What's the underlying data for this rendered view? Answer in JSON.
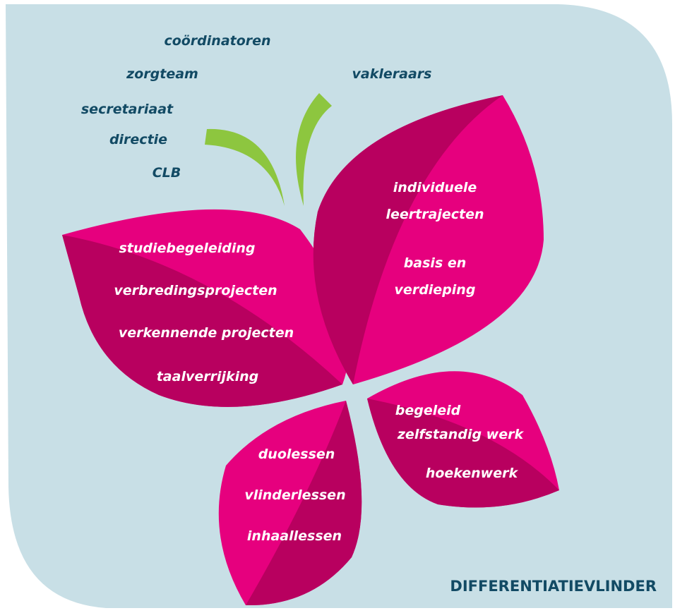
{
  "colors": {
    "background": "#c8dfe6",
    "wing_light": "#e6007e",
    "wing_dark": "#b8005f",
    "antenna": "#8dc63f",
    "dark_text": "#124a64",
    "light_text": "#ffffff"
  },
  "left_labels": {
    "item1": "coördinatoren",
    "item2": "zorgteam",
    "item3": "secretariaat",
    "item4": "directie",
    "item5": "CLB"
  },
  "top_right_label": "vakleraars",
  "upper_left_wing": {
    "line1": "studiebegeleiding",
    "line2": "verbredingsprojecten",
    "line3": "verkennende projecten",
    "line4": "taalverrijking"
  },
  "upper_right_wing": {
    "line1": "individuele",
    "line2": "leertrajecten",
    "line3": "basis en",
    "line4": "verdieping"
  },
  "lower_left_wing": {
    "line1": "duolessen",
    "line2": "vlinderlessen",
    "line3": "inhaallessen"
  },
  "lower_right_wing": {
    "line1": "begeleid",
    "line2": "zelfstandig werk",
    "line3": "hoekenwerk"
  },
  "title": "DIFFERENTIATIEVLINDER"
}
